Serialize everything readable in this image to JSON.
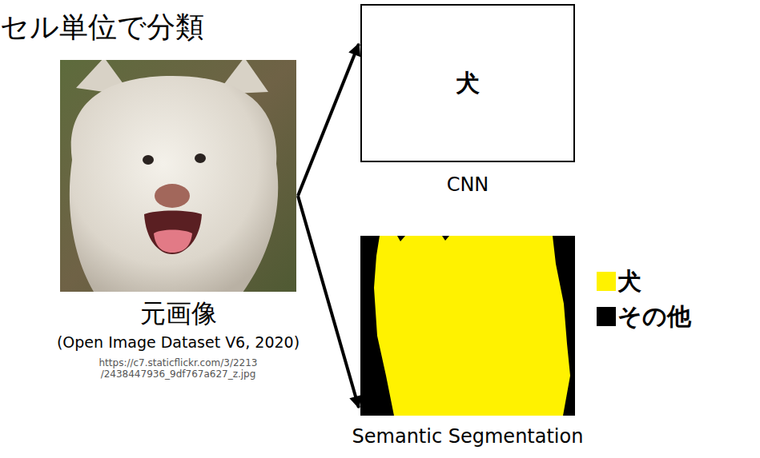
{
  "diagram": {
    "title": "セル単位で分類",
    "nodes": [
      {
        "text": [
          "元画像",
          "(Open Image Dataset V6, 2020)",
          "https://c7.staticflickr.com/3/2213 /2438447936_9df767a627_z.jpg"
        ]
      },
      {
        "text": [
          "犬",
          "CNN"
        ]
      },
      {
        "text": [
          "Semantic Segmentation"
        ]
      }
    ],
    "edges": [
      {
        "from": 0,
        "to": 1,
        "arrow": "to"
      },
      {
        "from": 0,
        "to": 2,
        "arrow": "to"
      }
    ],
    "legend": [
      {
        "text": "犬",
        "color": "#fff200"
      },
      {
        "text": "その他",
        "color": "#000000"
      }
    ]
  }
}
